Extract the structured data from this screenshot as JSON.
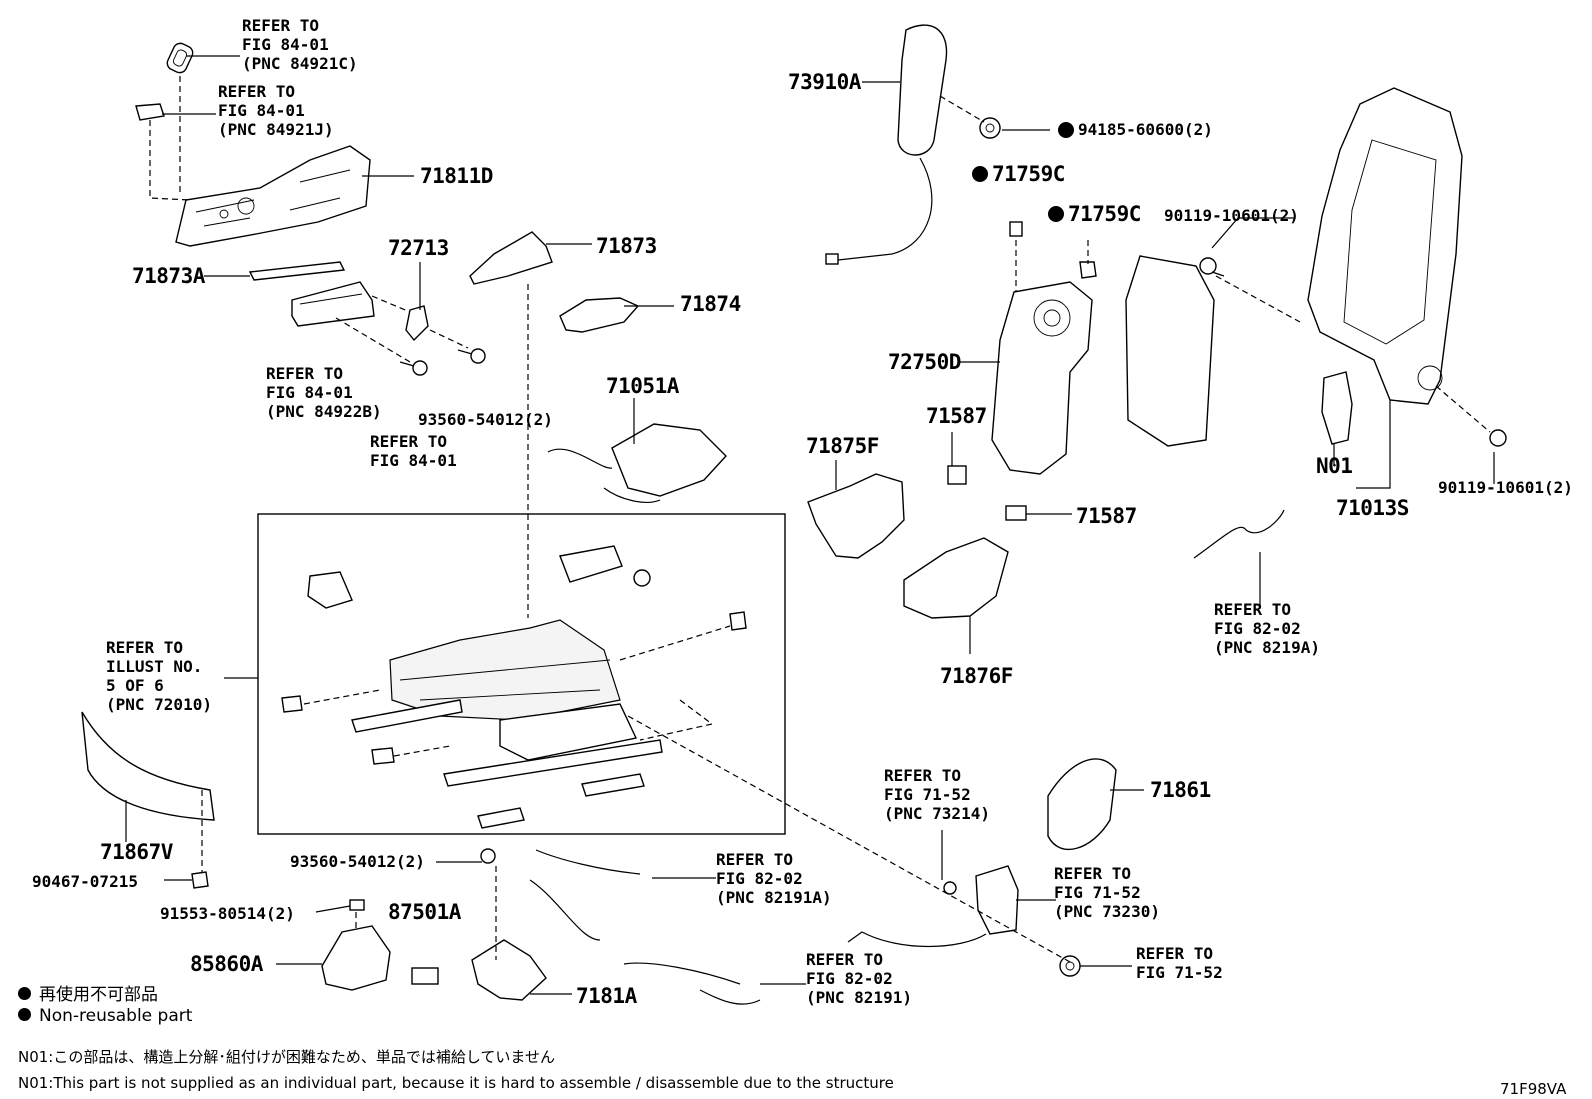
{
  "diagram_code": "71F98VA",
  "labels": {
    "p71811D": "71811D",
    "p71873A": "71873A",
    "p72713": "72713",
    "p71873": "71873",
    "p71874": "71874",
    "p71051A": "71051A",
    "p73910A": "73910A",
    "p94185": "94185-60600(2)",
    "p71759C_a": "71759C",
    "p71759C_b": "71759C",
    "p90119_a": "90119-10601(2)",
    "p72750D": "72750D",
    "p71587_a": "71587",
    "p71875F": "71875F",
    "p71587_b": "71587",
    "p71876F": "71876F",
    "pN01": "N01",
    "p71013S": "71013S",
    "p90119_b": "90119-10601(2)",
    "p71867V": "71867V",
    "p90467": "90467-07215",
    "p93560_a": "93560-54012(2)",
    "p93560_b": "93560-54012(2)",
    "p91553": "91553-80514(2)",
    "p87501A": "87501A",
    "p85860A": "85860A",
    "p7181A": "7181A",
    "p71861": "71861"
  },
  "refs": {
    "r1": "REFER TO\nFIG 84-01\n(PNC 84921C)",
    "r2": "REFER TO\nFIG 84-01\n(PNC 84921J)",
    "r3": "REFER TO\nFIG 84-01\n(PNC 84922B)",
    "r4": "REFER TO\nFIG 84-01",
    "r5": "REFER TO\nILLUST NO.\n5 OF 6\n(PNC 72010)",
    "r6": "REFER TO\nFIG 82-02\n(PNC 8219A)",
    "r7": "REFER TO\nFIG 71-52\n(PNC 73214)",
    "r8": "REFER TO\nFIG 82-02\n(PNC 82191A)",
    "r9": "REFER TO\nFIG 71-52\n(PNC 73230)",
    "r10": "REFER TO\nFIG 82-02\n(PNC 82191)",
    "r11": "REFER TO\nFIG 71-52"
  },
  "legend": {
    "jp": "再使用不可部品",
    "en": "Non-reusable part"
  },
  "notes": {
    "n01_jp": "N01:この部品は、構造上分解･組付けが困難なため、単品では補給していません",
    "n01_en": "N01:This part is not supplied as an individual part, because it is hard to assemble / disassemble due to the structure"
  }
}
